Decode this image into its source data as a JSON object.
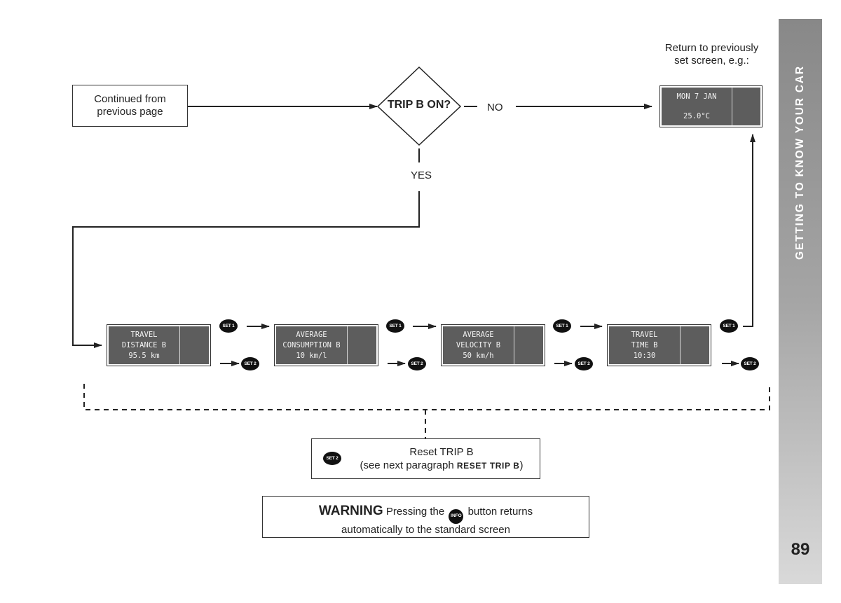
{
  "start_box": {
    "line1": "Continued from",
    "line2": "previous page"
  },
  "decision": {
    "label": "TRIP B ON?",
    "no_label": "NO",
    "yes_label": "YES"
  },
  "return_note": {
    "line1": "Return to previously",
    "line2": "set screen, e.g.:"
  },
  "standard_screen": {
    "line1": "MON 7 JAN",
    "line2": "25.0°C"
  },
  "screens": [
    {
      "line1": "TRAVEL",
      "line2": "DISTANCE B",
      "line3": "95.5 km"
    },
    {
      "line1": "AVERAGE",
      "line2": "CONSUMPTION B",
      "line3": "10 km/l"
    },
    {
      "line1": "AVERAGE",
      "line2": "VELOCITY B",
      "line3": "50 km/h"
    },
    {
      "line1": "TRAVEL",
      "line2": "TIME B",
      "line3": "10:30"
    }
  ],
  "buttons": {
    "set1": "SET 1",
    "set2": "SET 2",
    "info": "INFO"
  },
  "reset_box": {
    "line1": "Reset TRIP B",
    "line2_prefix": "(see next paragraph ",
    "line2_bold": "RESET TRIP B",
    "line2_suffix": ")"
  },
  "warning_box": {
    "label": "WARNING",
    "text1": " Pressing the ",
    "text2": " button returns",
    "line2": "automatically to the standard screen"
  },
  "sidebar": {
    "title": "GETTING TO KNOW YOUR CAR",
    "page_number": "89"
  },
  "colors": {
    "lcd_background": "#5d5d5d",
    "sidebar_top": "#888888",
    "sidebar_bottom": "#d9d9d9",
    "ink": "#222222"
  }
}
